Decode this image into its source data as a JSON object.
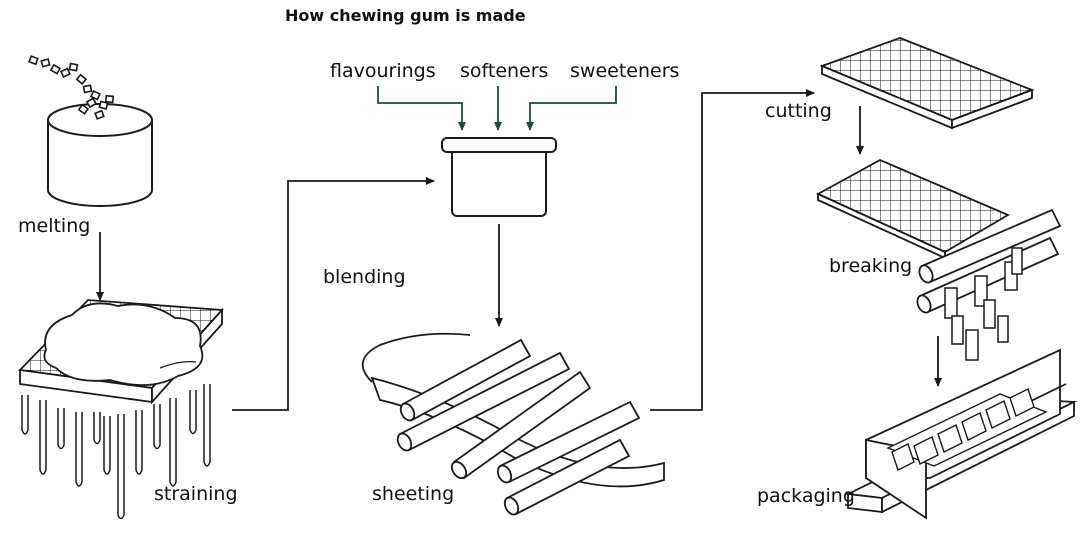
{
  "diagram": {
    "title": "How chewing gum is made",
    "labels": {
      "melting": "melting",
      "straining": "straining",
      "blending": "blending",
      "flavourings": "flavourings",
      "softeners": "softeners",
      "sweeteners": "sweeteners",
      "sheeting": "sheeting",
      "cutting": "cutting",
      "breaking": "breaking",
      "packaging": "packaging"
    },
    "colors": {
      "line": "#1a1a1a",
      "input_arrow": "#1f4a3c",
      "background": "#ffffff"
    }
  }
}
